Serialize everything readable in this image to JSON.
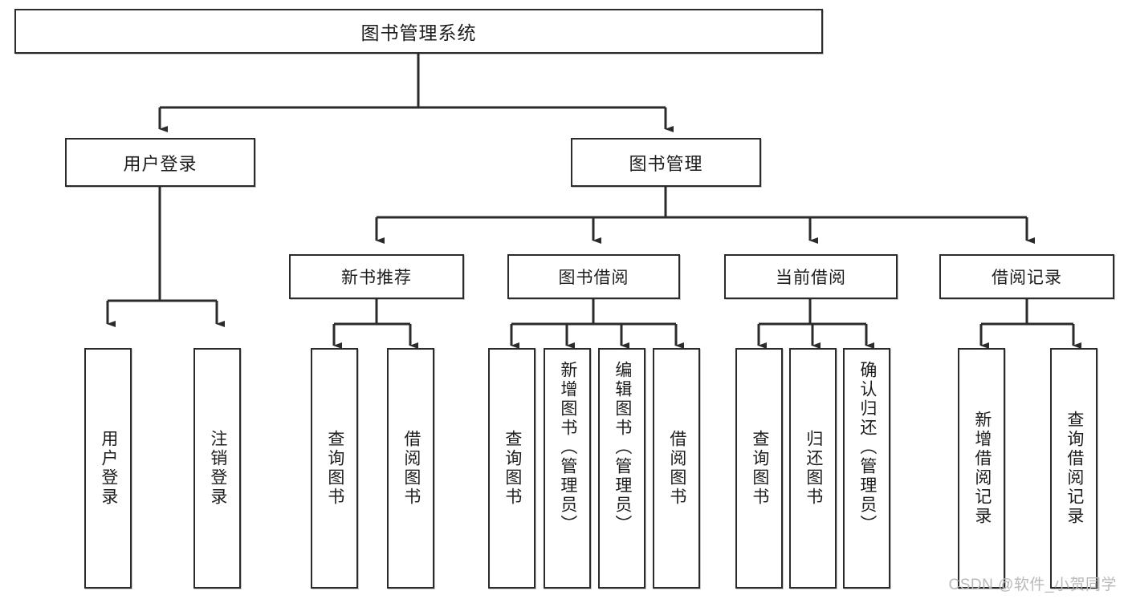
{
  "diagram": {
    "type": "tree-hierarchy-chart",
    "title": "图书管理系统",
    "watermark": "CSDN @软件_小贺同学",
    "colors": {
      "stroke": "#2b2b2b",
      "fill": "#ffffff",
      "text": "#1d1d1d",
      "watermark": "#b9b9b9"
    },
    "nodes": {
      "root": {
        "label": "图书管理系统",
        "level": 0
      },
      "level1": [
        {
          "id": "user-login",
          "label": "用户登录"
        },
        {
          "id": "book-management",
          "label": "图书管理"
        }
      ],
      "level2": [
        {
          "id": "new-book-recommend",
          "label": "新书推荐"
        },
        {
          "id": "book-borrow",
          "label": "图书借阅"
        },
        {
          "id": "current-borrow",
          "label": "当前借阅"
        },
        {
          "id": "borrow-record",
          "label": "借阅记录"
        }
      ],
      "leaves": {
        "user-login": [
          {
            "id": "leaf-user-login",
            "label": "用户登录"
          },
          {
            "id": "leaf-logout",
            "label": "注销登录"
          }
        ],
        "new-book-recommend": [
          {
            "id": "leaf-query-book-1",
            "label": "查询图书"
          },
          {
            "id": "leaf-borrow-book-1",
            "label": "借阅图书"
          }
        ],
        "book-borrow": [
          {
            "id": "leaf-query-book-2",
            "label": "查询图书"
          },
          {
            "id": "leaf-add-book",
            "label": "新增图书（管理员）"
          },
          {
            "id": "leaf-edit-book",
            "label": "编辑图书（管理员）"
          },
          {
            "id": "leaf-borrow-book-2",
            "label": "借阅图书"
          }
        ],
        "current-borrow": [
          {
            "id": "leaf-query-book-3",
            "label": "查询图书"
          },
          {
            "id": "leaf-return-book",
            "label": "归还图书"
          },
          {
            "id": "leaf-confirm-return",
            "label": "确认归还（管理员）"
          }
        ],
        "borrow-record": [
          {
            "id": "leaf-add-record",
            "label": "新增借阅记录"
          },
          {
            "id": "leaf-query-record",
            "label": "查询借阅记录"
          }
        ]
      }
    }
  }
}
